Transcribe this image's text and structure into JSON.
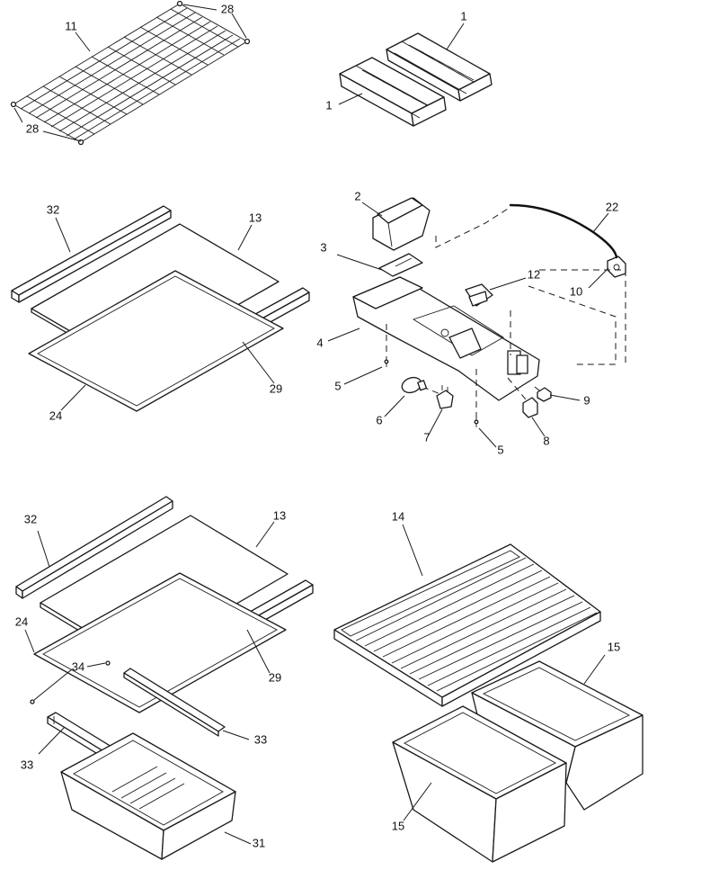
{
  "diagram": {
    "callouts": [
      {
        "id": "c28a",
        "label": "28"
      },
      {
        "id": "c11",
        "label": "11"
      },
      {
        "id": "c28b",
        "label": "28"
      },
      {
        "id": "c1a",
        "label": "1"
      },
      {
        "id": "c1b",
        "label": "1"
      },
      {
        "id": "c32a",
        "label": "32"
      },
      {
        "id": "c13a",
        "label": "13"
      },
      {
        "id": "c29a",
        "label": "29"
      },
      {
        "id": "c24a",
        "label": "24"
      },
      {
        "id": "c2",
        "label": "2"
      },
      {
        "id": "c22",
        "label": "22"
      },
      {
        "id": "c3",
        "label": "3"
      },
      {
        "id": "c12",
        "label": "12"
      },
      {
        "id": "c10",
        "label": "10"
      },
      {
        "id": "c4",
        "label": "4"
      },
      {
        "id": "c5a",
        "label": "5"
      },
      {
        "id": "c6",
        "label": "6"
      },
      {
        "id": "c7",
        "label": "7"
      },
      {
        "id": "c5b",
        "label": "5"
      },
      {
        "id": "c8",
        "label": "8"
      },
      {
        "id": "c9",
        "label": "9"
      },
      {
        "id": "c32b",
        "label": "32"
      },
      {
        "id": "c13b",
        "label": "13"
      },
      {
        "id": "c24b",
        "label": "24"
      },
      {
        "id": "c34",
        "label": "34"
      },
      {
        "id": "c29b",
        "label": "29"
      },
      {
        "id": "c33a",
        "label": "33"
      },
      {
        "id": "c33b",
        "label": "33"
      },
      {
        "id": "c31",
        "label": "31"
      },
      {
        "id": "c14",
        "label": "14"
      },
      {
        "id": "c15a",
        "label": "15"
      },
      {
        "id": "c15b",
        "label": "15"
      }
    ]
  }
}
